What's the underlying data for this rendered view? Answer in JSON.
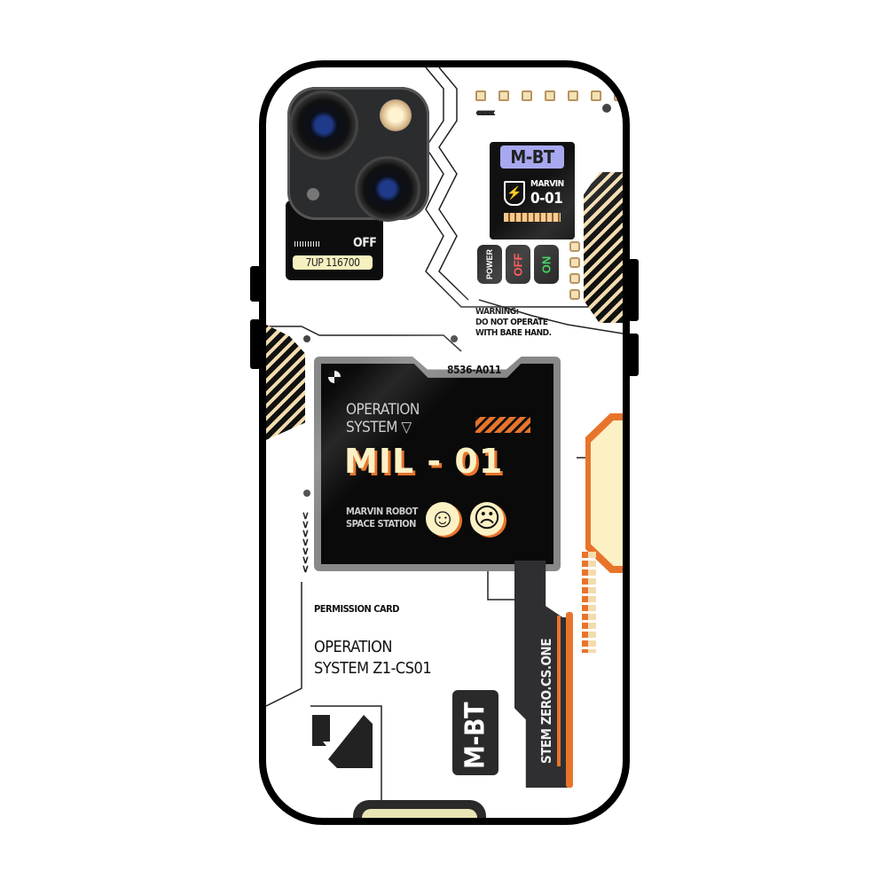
{
  "camera_lcd": {
    "status": "OFF",
    "code": "7UP 116700"
  },
  "mbt_card": {
    "title": "M-BT",
    "name": "MARVIN",
    "model": "0-01"
  },
  "power_panel": {
    "power": "POWER",
    "off": "OFF",
    "on": "ON"
  },
  "warning": {
    "line1": "WARNING:",
    "line2": "DO NOT OPERATE",
    "line3": "WITH BARE HAND."
  },
  "screen": {
    "serial": "8536-A011",
    "os_line1": "OPERATION",
    "os_line2": "SYSTEM",
    "model": "MIL - 01",
    "sub_line1": "MARVIN ROBOT",
    "sub_line2": "SPACE STATION"
  },
  "permission": {
    "label": "PERMISSION CARD",
    "line1": "OPERATION",
    "line2": "SYSTEM Z1-CS01"
  },
  "bottom_tag": "M-BT",
  "vertical_label": "STEM ZERO.CS.ONE",
  "colors": {
    "orange": "#e8742c",
    "cream": "#fbf1c4",
    "lavender": "#a7a8f0",
    "black": "#111111"
  }
}
